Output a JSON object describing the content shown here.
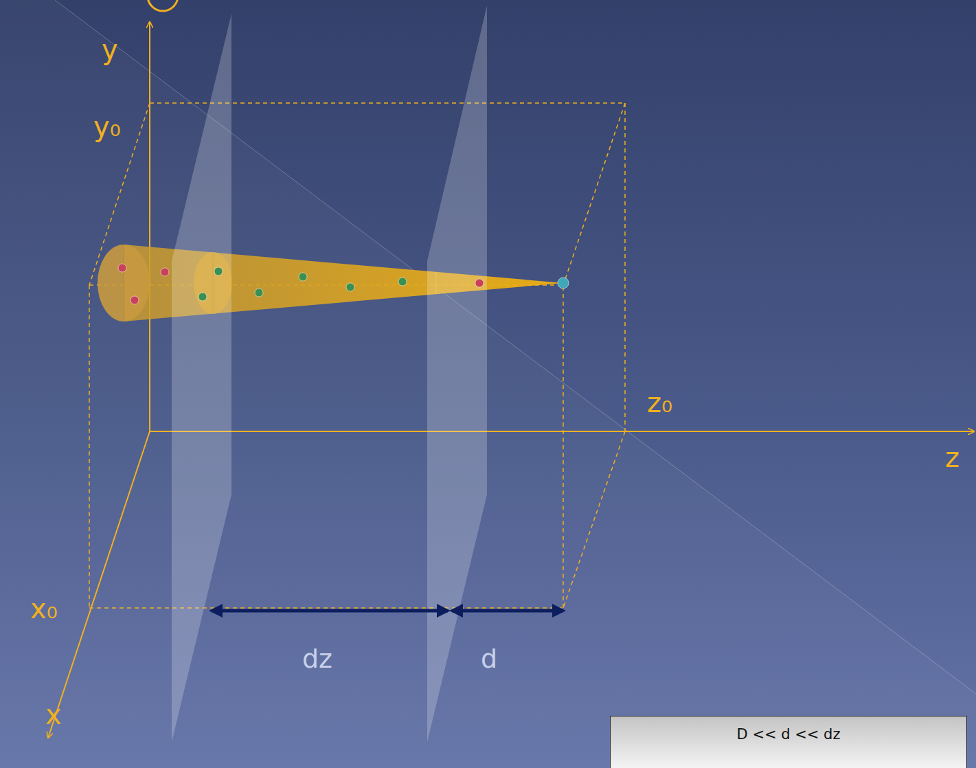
{
  "diagram": {
    "nodes": [
      {
        "text": [
          "D << d << dz"
        ]
      }
    ],
    "labels": [
      "y",
      "y₀",
      "z₀",
      "z",
      "x₀",
      "x",
      "dz",
      "d"
    ]
  }
}
